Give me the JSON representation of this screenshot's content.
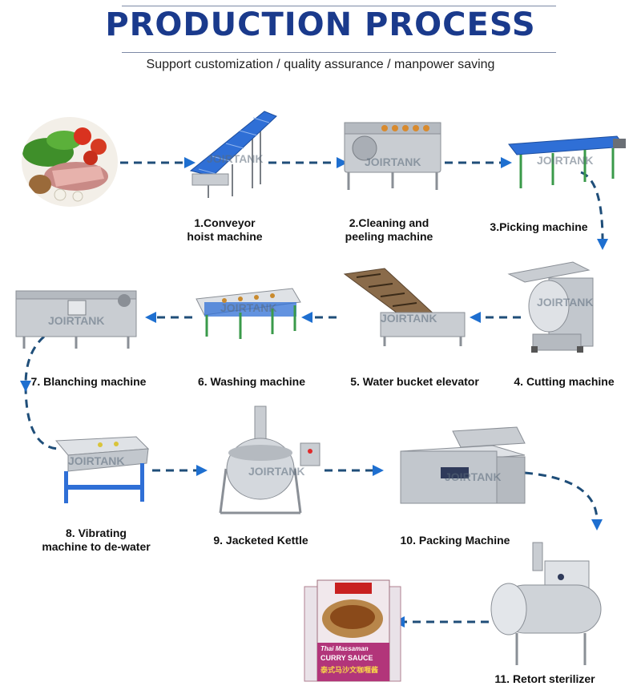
{
  "header": {
    "title": "PRODUCTION PROCESS",
    "subtitle": "Support customization / quality assurance / manpower saving"
  },
  "steps": [
    {
      "lines": [
        "1.Conveyor",
        "hoist machine"
      ],
      "icon": "conveyor-hoist-icon"
    },
    {
      "lines": [
        "2.Cleaning and",
        "peeling machine"
      ],
      "icon": "peeling-machine-icon"
    },
    {
      "lines": [
        "3.Picking machine"
      ],
      "icon": "picking-conveyor-icon"
    },
    {
      "lines": [
        "4. Cutting machine"
      ],
      "icon": "cutting-machine-icon"
    },
    {
      "lines": [
        "5. Water bucket elevator"
      ],
      "icon": "bucket-elevator-icon"
    },
    {
      "lines": [
        "6. Washing machine"
      ],
      "icon": "washing-machine-icon"
    },
    {
      "lines": [
        "7. Blanching machine"
      ],
      "icon": "blanching-machine-icon"
    },
    {
      "lines": [
        "8. Vibrating",
        "machine to de-water"
      ],
      "icon": "vibrating-machine-icon"
    },
    {
      "lines": [
        "9. Jacketed Kettle"
      ],
      "icon": "jacketed-kettle-icon"
    },
    {
      "lines": [
        "10. Packing Machine"
      ],
      "icon": "vacuum-packing-icon"
    },
    {
      "lines": [
        "11. Retort sterilizer"
      ],
      "icon": "retort-sterilizer-icon"
    }
  ],
  "watermark": "JOIRTANK",
  "pouch": {
    "brand": "Thai Massaman",
    "product": "CURRY SAUCE",
    "cn_text": "泰式马沙文咖喱酱"
  },
  "colors": {
    "title": "#1a3a8c",
    "flow": "#1f4e79",
    "steel": "#c9cdd2",
    "belt": "#2f6fd6"
  }
}
